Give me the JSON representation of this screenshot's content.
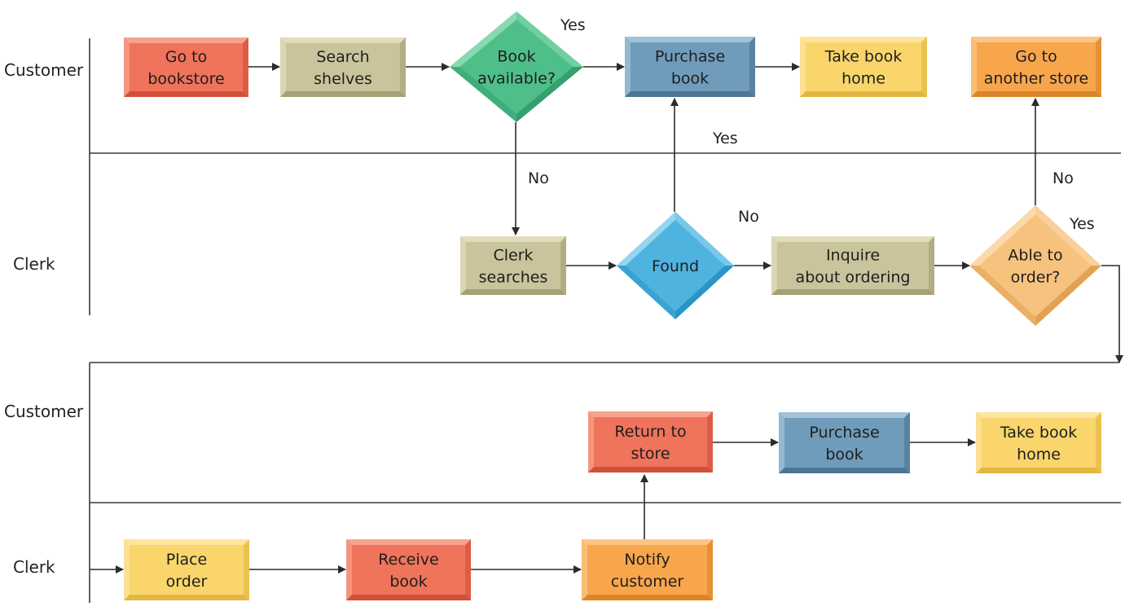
{
  "colors": {
    "red": {
      "base": "#f0735b",
      "light": "#f8a893",
      "dark": "#cc4a35"
    },
    "tan": {
      "base": "#c9c49c",
      "light": "#e3dfc0",
      "dark": "#9f9a70"
    },
    "steel": {
      "base": "#6f9cba",
      "light": "#a8c7dc",
      "dark": "#46708d"
    },
    "yellow": {
      "base": "#f9d56b",
      "light": "#fde7a6",
      "dark": "#deb23a"
    },
    "orange": {
      "base": "#f7a64c",
      "light": "#fbc98c",
      "dark": "#d77f20"
    },
    "green": {
      "base": "#4fbf8a",
      "light": "#8ddcb3",
      "dark": "#2e9765"
    },
    "blue": {
      "base": "#4fb3e0",
      "light": "#9bd8f3",
      "dark": "#1f8dc0"
    },
    "peach": {
      "base": "#f7c27e",
      "light": "#fbdcaf",
      "dark": "#dc9a48"
    }
  },
  "lanes": [
    {
      "id": "lane-customer-1",
      "label": "Customer"
    },
    {
      "id": "lane-clerk-1",
      "label": "Clerk"
    },
    {
      "id": "lane-customer-2",
      "label": "Customer"
    },
    {
      "id": "lane-clerk-2",
      "label": "Clerk"
    }
  ],
  "nodes": [
    {
      "id": "go-to-bookstore",
      "shape": "rect",
      "color": "red",
      "lines": [
        "Go to",
        "bookstore"
      ]
    },
    {
      "id": "search-shelves",
      "shape": "rect",
      "color": "tan",
      "lines": [
        "Search",
        "shelves"
      ]
    },
    {
      "id": "book-available",
      "shape": "diamond",
      "color": "green",
      "lines": [
        "Book",
        "available?"
      ]
    },
    {
      "id": "purchase-book-1",
      "shape": "rect",
      "color": "steel",
      "lines": [
        "Purchase",
        "book"
      ]
    },
    {
      "id": "take-book-home-1",
      "shape": "rect",
      "color": "yellow",
      "lines": [
        "Take book",
        "home"
      ]
    },
    {
      "id": "go-to-another-store",
      "shape": "rect",
      "color": "orange",
      "lines": [
        "Go to",
        "another store"
      ]
    },
    {
      "id": "clerk-searches",
      "shape": "rect",
      "color": "tan",
      "lines": [
        "Clerk",
        "searches"
      ]
    },
    {
      "id": "found",
      "shape": "diamond",
      "color": "blue",
      "lines": [
        "Found"
      ]
    },
    {
      "id": "inquire-about-ordering",
      "shape": "rect",
      "color": "tan",
      "lines": [
        "Inquire",
        "about ordering"
      ]
    },
    {
      "id": "able-to-order",
      "shape": "diamond",
      "color": "peach",
      "lines": [
        "Able to",
        "order?"
      ]
    },
    {
      "id": "return-to-store",
      "shape": "rect",
      "color": "red",
      "lines": [
        "Return to",
        "store"
      ]
    },
    {
      "id": "purchase-book-2",
      "shape": "rect",
      "color": "steel",
      "lines": [
        "Purchase",
        "book"
      ]
    },
    {
      "id": "take-book-home-2",
      "shape": "rect",
      "color": "yellow",
      "lines": [
        "Take book",
        "home"
      ]
    },
    {
      "id": "place-order",
      "shape": "rect",
      "color": "yellow",
      "lines": [
        "Place",
        "order"
      ]
    },
    {
      "id": "receive-book",
      "shape": "rect",
      "color": "red",
      "lines": [
        "Receive",
        "book"
      ]
    },
    {
      "id": "notify-customer",
      "shape": "rect",
      "color": "orange",
      "lines": [
        "Notify",
        "customer"
      ]
    }
  ],
  "edges": [
    {
      "id": "e1",
      "from": "go-to-bookstore",
      "to": "search-shelves",
      "label": ""
    },
    {
      "id": "e2",
      "from": "search-shelves",
      "to": "book-available",
      "label": ""
    },
    {
      "id": "e3",
      "from": "book-available",
      "to": "purchase-book-1",
      "label": "Yes"
    },
    {
      "id": "e4",
      "from": "purchase-book-1",
      "to": "take-book-home-1",
      "label": ""
    },
    {
      "id": "e5",
      "from": "book-available",
      "to": "clerk-searches",
      "label": "No"
    },
    {
      "id": "e6",
      "from": "clerk-searches",
      "to": "found",
      "label": ""
    },
    {
      "id": "e7",
      "from": "found",
      "to": "purchase-book-1",
      "label": "Yes"
    },
    {
      "id": "e8",
      "from": "found",
      "to": "inquire-about-ordering",
      "label": "No"
    },
    {
      "id": "e9",
      "from": "inquire-about-ordering",
      "to": "able-to-order",
      "label": ""
    },
    {
      "id": "e10",
      "from": "able-to-order",
      "to": "go-to-another-store",
      "label": "No"
    },
    {
      "id": "e11",
      "from": "able-to-order",
      "to": "place-order",
      "label": "Yes"
    },
    {
      "id": "e12",
      "from": "place-order",
      "to": "receive-book",
      "label": ""
    },
    {
      "id": "e13",
      "from": "receive-book",
      "to": "notify-customer",
      "label": ""
    },
    {
      "id": "e14",
      "from": "notify-customer",
      "to": "return-to-store",
      "label": ""
    },
    {
      "id": "e15",
      "from": "return-to-store",
      "to": "purchase-book-2",
      "label": ""
    },
    {
      "id": "e16",
      "from": "purchase-book-2",
      "to": "take-book-home-2",
      "label": ""
    }
  ]
}
